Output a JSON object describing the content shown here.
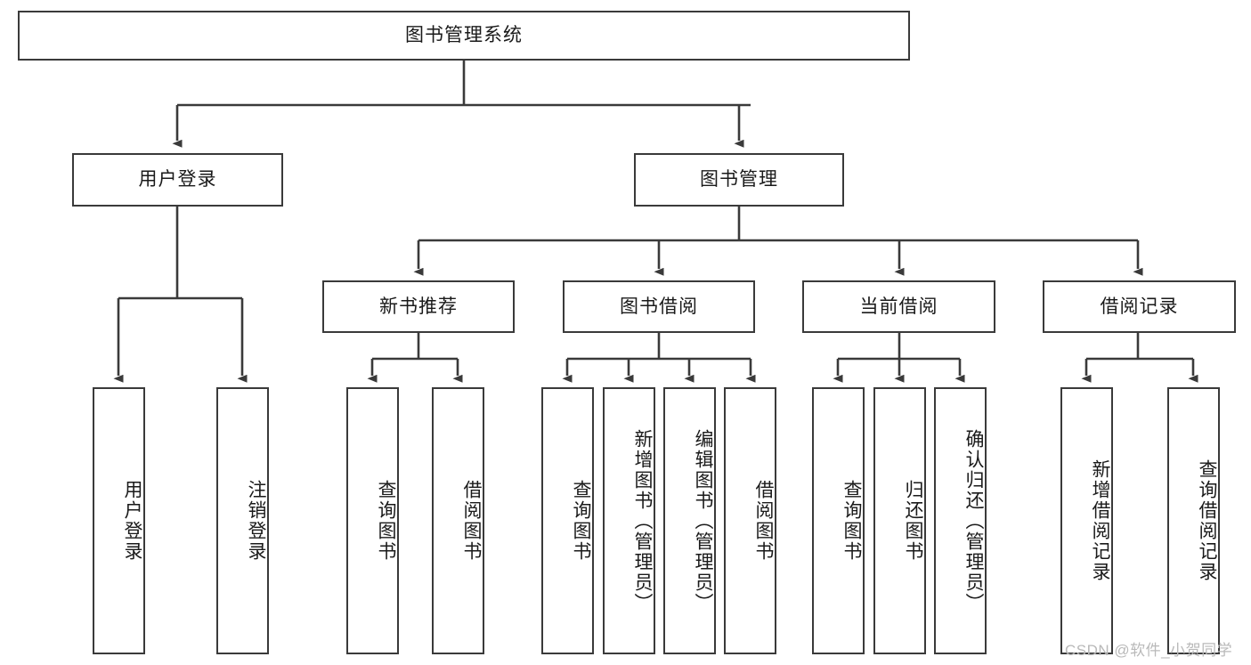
{
  "diagram": {
    "title": "图书管理系统",
    "type": "tree-hierarchy",
    "style": {
      "box_border_color": "#3a3a3a",
      "box_fill_color": "#ffffff",
      "edge_color": "#3a3a3a",
      "text_color": "#1a1a1a",
      "background": "#ffffff"
    }
  },
  "nodes": {
    "root": {
      "label": "图书管理系统",
      "level": 0,
      "orientation": "horizontal"
    },
    "l1": [
      {
        "id": "user_login",
        "label": "用户登录",
        "level": 1,
        "orientation": "horizontal"
      },
      {
        "id": "book_manage",
        "label": "图书管理",
        "level": 1,
        "orientation": "horizontal"
      }
    ],
    "l2": [
      {
        "id": "new_book_rec",
        "label": "新书推荐",
        "level": 2,
        "orientation": "horizontal",
        "parent": "book_manage"
      },
      {
        "id": "book_borrow",
        "label": "图书借阅",
        "level": 2,
        "orientation": "horizontal",
        "parent": "book_manage"
      },
      {
        "id": "current_borrow",
        "label": "当前借阅",
        "level": 2,
        "orientation": "horizontal",
        "parent": "book_manage"
      },
      {
        "id": "borrow_record",
        "label": "借阅记录",
        "level": 2,
        "orientation": "horizontal",
        "parent": "book_manage"
      }
    ],
    "leaves": [
      {
        "id": "leaf_user_login",
        "label": "用户登录",
        "parent": "user_login",
        "orientation": "vertical"
      },
      {
        "id": "leaf_logout",
        "label": "注销登录",
        "parent": "user_login",
        "orientation": "vertical"
      },
      {
        "id": "leaf_query_book_1",
        "label": "查询图书",
        "parent": "new_book_rec",
        "orientation": "vertical"
      },
      {
        "id": "leaf_borrow_book_1",
        "label": "借阅图书",
        "parent": "new_book_rec",
        "orientation": "vertical"
      },
      {
        "id": "leaf_query_book_2",
        "label": "查询图书",
        "parent": "book_borrow",
        "orientation": "vertical"
      },
      {
        "id": "leaf_add_book",
        "label": "新增图书（管理员）",
        "parent": "book_borrow",
        "orientation": "vertical"
      },
      {
        "id": "leaf_edit_book",
        "label": "编辑图书（管理员）",
        "parent": "book_borrow",
        "orientation": "vertical"
      },
      {
        "id": "leaf_borrow_book_2",
        "label": "借阅图书",
        "parent": "book_borrow",
        "orientation": "vertical"
      },
      {
        "id": "leaf_query_book_3",
        "label": "查询图书",
        "parent": "current_borrow",
        "orientation": "vertical"
      },
      {
        "id": "leaf_return_book",
        "label": "归还图书",
        "parent": "current_borrow",
        "orientation": "vertical"
      },
      {
        "id": "leaf_confirm_return",
        "label": "确认归还（管理员）",
        "parent": "current_borrow",
        "orientation": "vertical"
      },
      {
        "id": "leaf_add_record",
        "label": "新增借阅记录",
        "parent": "borrow_record",
        "orientation": "vertical"
      },
      {
        "id": "leaf_query_record",
        "label": "查询借阅记录",
        "parent": "borrow_record",
        "orientation": "vertical"
      }
    ]
  },
  "watermark": {
    "text": "CSDN @软件_小贺同学",
    "color": "#b9b9b9"
  }
}
